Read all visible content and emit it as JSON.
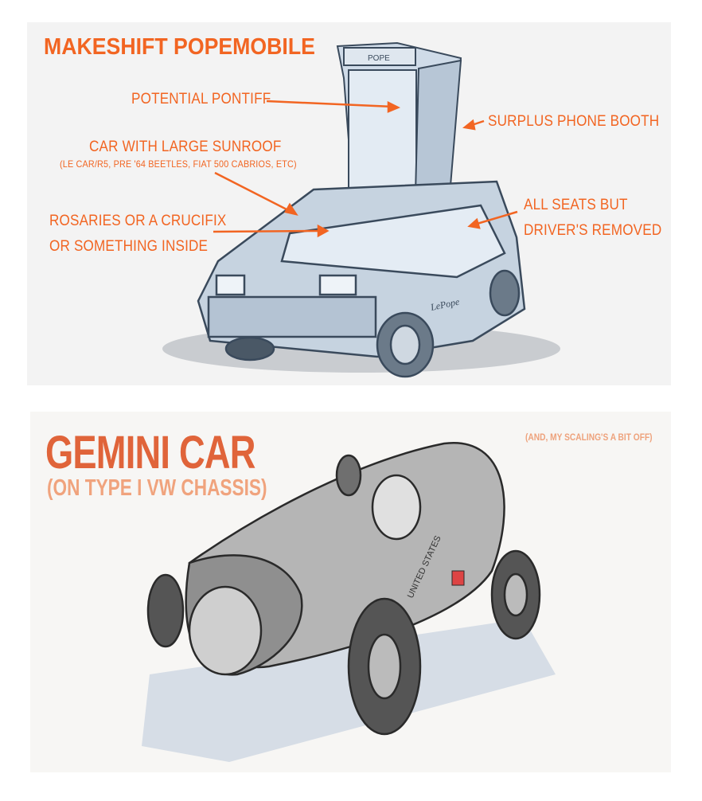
{
  "popemobile": {
    "title": "MAKESHIFT POPEMOBILE",
    "labels": {
      "pontiff": "POTENTIAL PONTIFF",
      "phone_booth": "SURPLUS PHONE BOOTH",
      "sunroof": "CAR WITH LARGE SUNROOF",
      "sunroof_examples": "(LE CAR/R5, PRE '64 BEETLES, FIAT 500 CABRIOS, ETC)",
      "rosaries_line1": "ROSARIES OR A CRUCIFIX",
      "rosaries_line2": "OR SOMETHING INSIDE",
      "seats_line1": "ALL SEATS BUT",
      "seats_line2": "DRIVER'S REMOVED"
    },
    "booth_sign": "POPE",
    "car_badge": "LePope"
  },
  "gemini": {
    "title": "GEMINI CAR",
    "subtitle": "(ON TYPE I VW CHASSIS)",
    "note": "(AND, MY SCALING'S A BIT OFF)",
    "hull_text": "UNITED STATES"
  },
  "colors": {
    "accent": "#f26522",
    "title2": "#e0643a",
    "subtitle2": "#f0a37d"
  }
}
